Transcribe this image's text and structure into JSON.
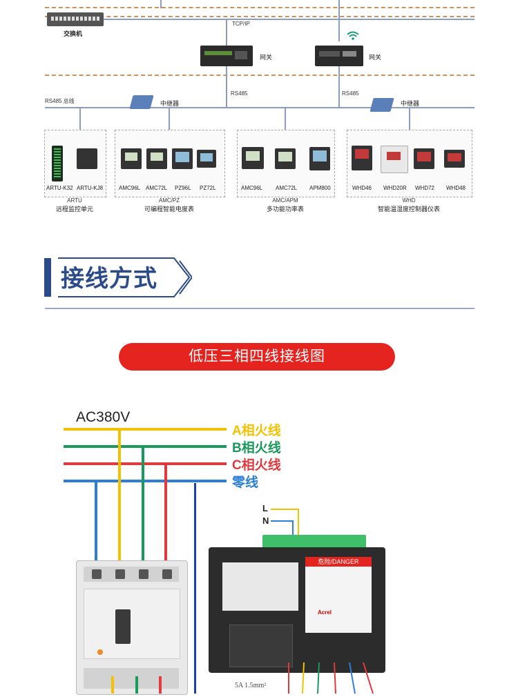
{
  "topology": {
    "switch_label": "交换机",
    "tcpip_label": "TCP/IP",
    "gateway1_label": "网关",
    "gateway2_label": "网关",
    "rs485_bus_label": "RS485 总线",
    "repeater1_label": "中继器",
    "repeater2_label": "中继器",
    "rs485_a_label": "RS485",
    "rs485_b_label": "RS485",
    "groups": [
      {
        "devices": [
          "ARTU-K32",
          "ARTU-KJ8"
        ],
        "title": "ARTU",
        "subtitle": "远程监控单元"
      },
      {
        "devices": [
          "AMC96L",
          "AMC72L",
          "PZ96L",
          "PZ72L"
        ],
        "title": "AMC/PZ",
        "subtitle": "可编程智能电度表"
      },
      {
        "devices": [
          "AMC96L",
          "AMC72L",
          "APM800"
        ],
        "title": "AMC/APM",
        "subtitle": "多功能功率表"
      },
      {
        "devices": [
          "WHD46",
          "WHD20R",
          "WHD72",
          "WHD48"
        ],
        "title": "WHD",
        "subtitle": "智能温湿度控制器仪表"
      }
    ]
  },
  "section": {
    "title": "接线方式"
  },
  "wiring": {
    "banner": "低压三相四线接线图",
    "voltage": "AC380V",
    "lines": [
      {
        "label": "A相火线",
        "color": "#f2c200"
      },
      {
        "label": "B相火线",
        "color": "#1a9a5a"
      },
      {
        "label": "C相火线",
        "color": "#e0393e"
      },
      {
        "label": "零线",
        "color": "#2b7fd6"
      }
    ],
    "terminal_L": "L",
    "terminal_N": "N",
    "danger_label": "危险/DANGER",
    "brand": "Acrel",
    "bottom_note": "5A  1.5mm²"
  },
  "colors": {
    "title_blue": "#2b4a8a",
    "banner_red": "#e5231f",
    "bus": "#8a9bc4",
    "dash": "#c8925a"
  }
}
